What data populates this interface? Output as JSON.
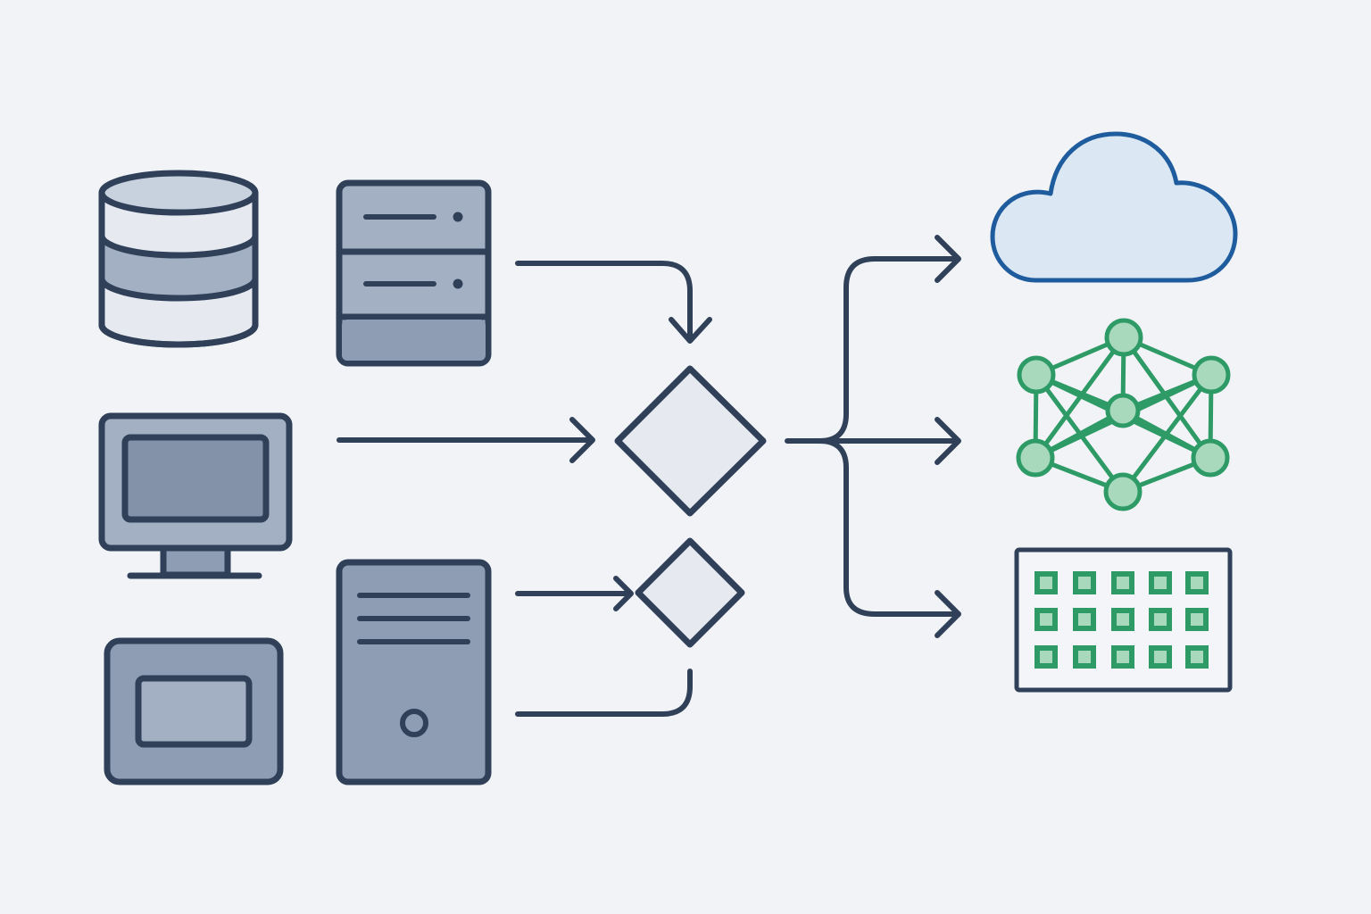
{
  "diagram": {
    "nodes": [
      {
        "id": "database",
        "icon": "database-icon"
      },
      {
        "id": "rack-server",
        "icon": "rack-server-icon"
      },
      {
        "id": "monitor",
        "icon": "monitor-icon"
      },
      {
        "id": "tablet-device",
        "icon": "tablet-icon"
      },
      {
        "id": "tower-pc",
        "icon": "tower-pc-icon"
      },
      {
        "id": "decision-main",
        "icon": "decision-diamond-icon"
      },
      {
        "id": "decision-secondary",
        "icon": "decision-diamond-icon"
      },
      {
        "id": "cloud",
        "icon": "cloud-icon"
      },
      {
        "id": "neural-network",
        "icon": "neural-network-icon"
      },
      {
        "id": "grid-array",
        "icon": "grid-array-icon"
      }
    ],
    "edges": [
      {
        "from": "rack-server",
        "to": "decision-main"
      },
      {
        "from": "monitor",
        "to": "decision-main"
      },
      {
        "from": "tower-pc",
        "to": "decision-secondary"
      },
      {
        "from": "tower-pc",
        "to": "decision-secondary"
      },
      {
        "from": "decision-main",
        "to": "cloud"
      },
      {
        "from": "decision-main",
        "to": "neural-network"
      },
      {
        "from": "decision-main",
        "to": "grid-array"
      }
    ],
    "colors": {
      "background": "#f1f3f7",
      "stroke": "#2f4058",
      "device_fill": "#8e9db3",
      "device_fill_light": "#a3b0c3",
      "light_fill": "#e6e9f0",
      "cloud_stroke": "#1f5c9e",
      "cloud_fill": "#dbe8f4",
      "network_green": "#2e9a66",
      "network_fill": "#a8d9bc"
    }
  }
}
